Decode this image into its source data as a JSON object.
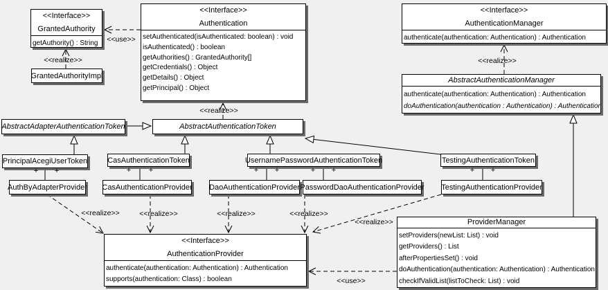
{
  "diagram": {
    "labels": {
      "realize": "<<realize>>",
      "use": "<<use>>",
      "plus": "+"
    },
    "colors": {
      "background": "#f0f0f0",
      "box_fill": "#ffffff",
      "line": "#000000",
      "shadow": "#6b6b6b"
    },
    "classes": {
      "granted_authority": {
        "stereotype": "<<Interface>>",
        "name": "GrantedAuthority",
        "methods": [
          "getAuthority() : String"
        ]
      },
      "granted_authority_impl": {
        "name": "GrantedAuthorityImpl"
      },
      "authentication": {
        "stereotype": "<<Interface>>",
        "name": "Authentication",
        "methods": [
          "setAuthenticated(isAuthenticated: boolean) : void",
          "isAuthenticated() : boolean",
          "getAuthorities() : GrantedAuthority[]",
          "getCredentials() : Object",
          "getDetails() : Object",
          "getPrincipal() : Object"
        ]
      },
      "authentication_manager": {
        "stereotype": "<<Interface>>",
        "name": "AuthenticationManager",
        "methods": [
          "authenticate(authentication: Authentication) : Authentication"
        ]
      },
      "abstract_authentication_manager": {
        "name": "AbstractAuthenticationManager",
        "methods": [
          "authenticate(authentication: Authentication) : Authentication",
          "doAuthentication(authentication : Authentication) : Authentication"
        ]
      },
      "abstract_adapter_authentication_token": {
        "name": "AbstractAdapterAuthenticationToken"
      },
      "abstract_authentication_token": {
        "name": "AbstractAuthenticationToken"
      },
      "principal_acegi_user_token": {
        "name": "PrincipalAcegiUserToken"
      },
      "cas_authentication_token": {
        "name": "CasAuthenticationToken"
      },
      "username_password_authentication_token": {
        "name": "UsernamePasswordAuthenticationToken"
      },
      "testing_authentication_token": {
        "name": "TestingAuthenticationToken"
      },
      "auth_by_adapter_provider": {
        "name": "AuthByAdapterProvider"
      },
      "cas_authentication_provider": {
        "name": "CasAuthenticationProvider"
      },
      "dao_authentication_provider": {
        "name": "DaoAuthenticationProvider"
      },
      "password_dao_authentication_provider": {
        "name": "PasswordDaoAuthenticationProvider"
      },
      "testing_authentication_provider": {
        "name": "TestingAuthenticationProvider"
      },
      "authentication_provider": {
        "stereotype": "<<Interface>>",
        "name": "AuthenticationProvider",
        "methods": [
          "authenticate(authentication: Authentication) : Authentication",
          "supports(authentication: Class) : boolean"
        ]
      },
      "provider_manager": {
        "name": "ProviderManager",
        "methods": [
          "setProviders(newList: List) : void",
          "getProviders() : List",
          "afterPropertiesSet() : void",
          "doAuthentication(authentication: Authentication) : Authentication",
          "checkIfValidList(listToCheck: List) : void"
        ]
      }
    }
  }
}
